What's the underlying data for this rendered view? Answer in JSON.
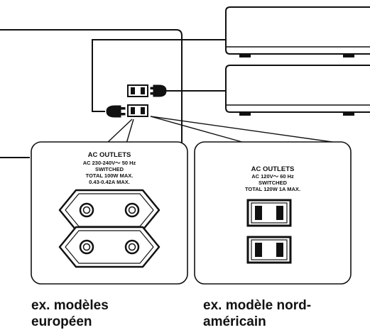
{
  "colors": {
    "stroke": "#111111",
    "background": "#ffffff"
  },
  "panels": {
    "european": {
      "heading": "AC OUTLETS",
      "rating": "AC 230-240V～ 50 Hz",
      "switched": "SWITCHED",
      "total": "TOTAL 100W MAX.",
      "current": "0.43-0.42A MAX.",
      "outlet_count": 2,
      "outlet_type": "europlug-socket"
    },
    "north_american": {
      "heading": "AC OUTLETS",
      "rating": "AC 120V～ 60 Hz",
      "switched": "SWITCHED",
      "total": "TOTAL 120W 1A MAX.",
      "outlet_count": 2,
      "outlet_type": "nema-socket"
    }
  },
  "captions": {
    "european": [
      "ex. modèles",
      "européen"
    ],
    "north_american": [
      "ex. modèle nord-",
      "américain"
    ]
  },
  "icons": {
    "plug": "plug-icon",
    "socket": "socket-icon",
    "component_box": "component-box-icon"
  }
}
